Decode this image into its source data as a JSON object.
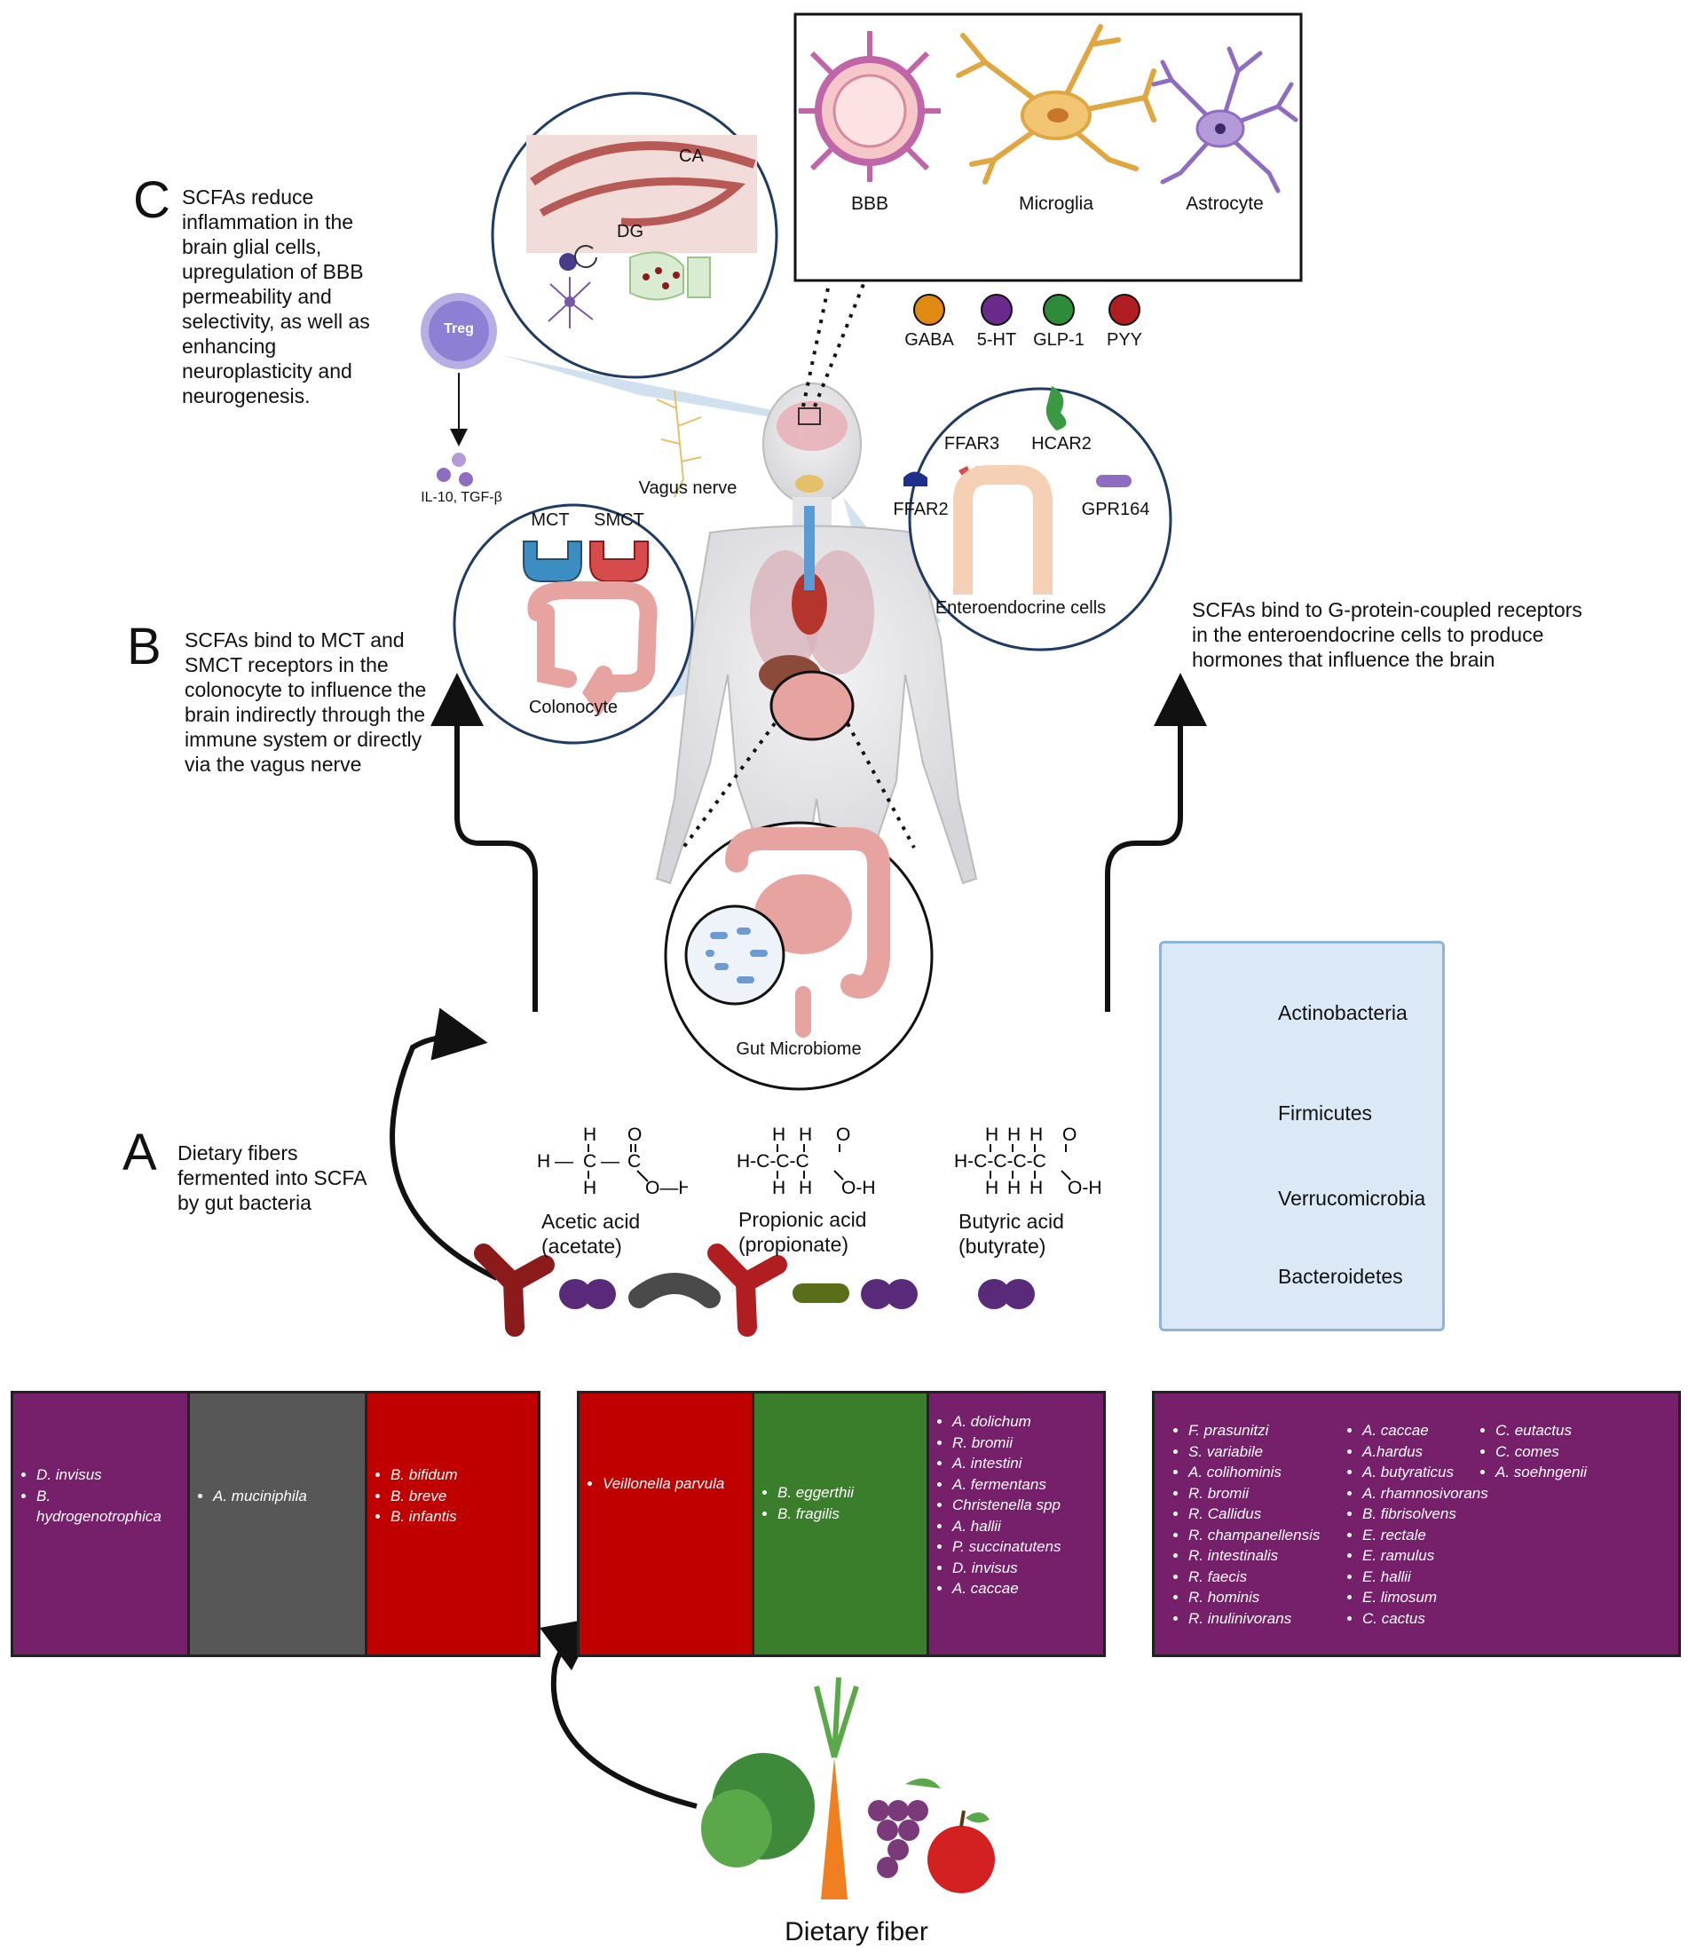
{
  "sections": {
    "C": {
      "letter": "C",
      "text": "SCFAs reduce inflammation in the brain glial cells, upregulation of BBB permeability and selectivity, as well as enhancing neuroplasticity and neurogenesis."
    },
    "B": {
      "letter": "B",
      "text": "SCFAs bind to MCT and SMCT receptors in the colonocyte to influence the brain indirectly through the immune system or directly via the vagus nerve"
    },
    "A": {
      "letter": "A",
      "text": "Dietary fibers fermented into SCFA by gut bacteria"
    },
    "right_text": "SCFAs bind to G-protein-coupled receptors in the enteroendocrine cells to produce hormones that influence the brain"
  },
  "brain_inset": {
    "ca": "CA",
    "dg": "DG"
  },
  "cell_panel": {
    "bbb": "BBB",
    "microglia": "Microglia",
    "astrocyte": "Astrocyte"
  },
  "hormones": [
    {
      "label": "GABA",
      "color": "#e08a12"
    },
    {
      "label": "5-HT",
      "color": "#6a2a8c"
    },
    {
      "label": "GLP-1",
      "color": "#2e8b3a"
    },
    {
      "label": "PYY",
      "color": "#b01e22"
    }
  ],
  "immune": {
    "treg": "Treg",
    "cytokines": "IL-10, TGF-β"
  },
  "vagus": "Vagus nerve",
  "colonocyte": {
    "mct": "MCT",
    "smct": "SMCT",
    "label": "Colonocyte"
  },
  "enteroendocrine": {
    "ffar3": "FFAR3",
    "hcar2": "HCAR2",
    "ffar2": "FFAR2",
    "gpr164": "GPR164",
    "label": "Enteroendocrine cells"
  },
  "gut_label": "Gut Microbiome",
  "acids": [
    {
      "name": "Acetic acid",
      "salt": "(acetate)"
    },
    {
      "name": "Propionic acid",
      "salt": "(propionate)"
    },
    {
      "name": "Butyric acid",
      "salt": "(butyrate)"
    }
  ],
  "legend": {
    "items": [
      {
        "label": "Actinobacteria",
        "color": "#8b1a1a"
      },
      {
        "label": "Firmicutes",
        "color": "#5a2a7a"
      },
      {
        "label": "Verrucomicrobia",
        "color": "#4a4a4a"
      },
      {
        "label": "Bacteroidetes",
        "color": "#5a6e1a"
      }
    ]
  },
  "bottom_label": "Dietary fiber",
  "species_boxes": [
    {
      "color": "#761f6a",
      "items": [
        "D. invisus",
        "B. hydrogenotrophica"
      ]
    },
    {
      "color": "#575757",
      "items": [
        "A. muciniphila"
      ]
    },
    {
      "color": "#c00000",
      "items": [
        "B. bifidum",
        "B. breve",
        "B. infantis"
      ]
    },
    {
      "color": "#c00000",
      "items": [
        "Veillonella parvula"
      ]
    },
    {
      "color": "#3a7d2a",
      "items": [
        "B. eggerthii",
        "B. fragilis"
      ]
    },
    {
      "color": "#761f6a",
      "items": [
        "A. dolichum",
        "R. bromii",
        "A. intestini",
        "A. fermentans",
        "Christenella spp",
        "A. hallii",
        "P. succinatutens",
        "D. invisus",
        "A. caccae"
      ]
    },
    {
      "color": "#761f6a",
      "items": [
        "F. prasunitzi",
        "S. variabile",
        "A. colihominis",
        "R. bromii",
        "R. Callidus",
        "R. champanellensis",
        "R. intestinalis",
        "R. faecis",
        "R. hominis",
        "R. inulinivorans"
      ]
    },
    {
      "color": "#761f6a",
      "items": [
        "A. caccae",
        "A.hardus",
        "A. butyraticus",
        "A. rhamnosivorans",
        "B. fibrisolvens",
        "E. rectale",
        "E. ramulus",
        "E. hallii",
        "E. limosum",
        "C. cactus"
      ]
    },
    {
      "color": "#761f6a",
      "items": [
        "C. eutactus",
        "C. comes",
        "A. soehngenii"
      ]
    }
  ]
}
